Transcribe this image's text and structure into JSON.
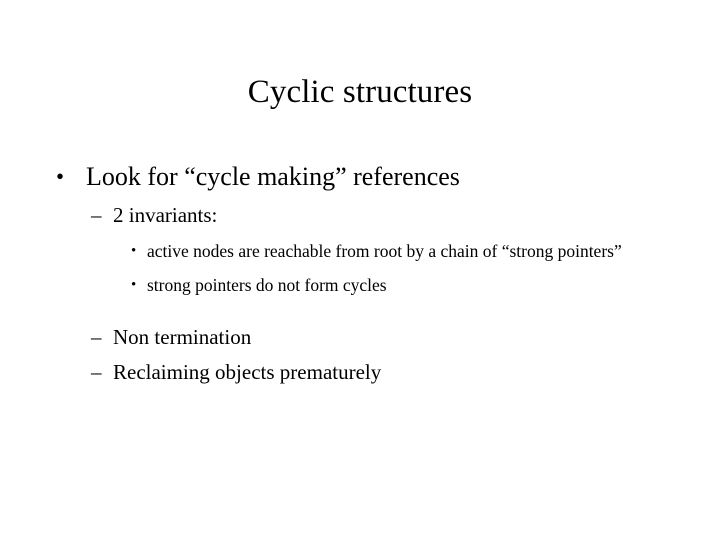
{
  "slide": {
    "title": "Cyclic structures",
    "background_color": "#ffffff",
    "text_color": "#000000",
    "bullets": {
      "level1": {
        "marker": "•",
        "text": "Look for “cycle making” references"
      },
      "level2_first": {
        "marker": "–",
        "text": "2 invariants:"
      },
      "level3_a": {
        "marker": "•",
        "text": "active nodes are reachable from root by a chain of “strong pointers”"
      },
      "level3_b": {
        "marker": "•",
        "text": "strong pointers do not form cycles"
      },
      "level2_second": {
        "marker": "–",
        "text": "Non termination"
      },
      "level2_third": {
        "marker": "–",
        "text": "Reclaiming objects prematurely"
      }
    }
  }
}
